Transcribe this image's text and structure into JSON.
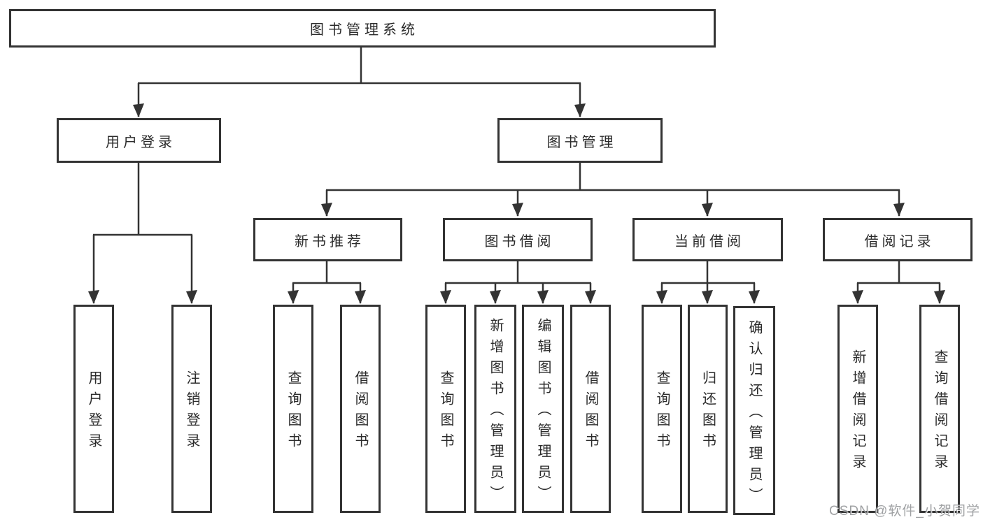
{
  "nodes": {
    "root": "图书管理系统",
    "level2": {
      "user_login": "用户登录",
      "book_management": "图书管理"
    },
    "level3": {
      "new_books": "新书推荐",
      "book_borrowing": "图书借阅",
      "current_borrowing": "当前借阅",
      "borrowing_records": "借阅记录"
    },
    "leaves": {
      "user_login": "用户登录",
      "logout": "注销登录",
      "nb_query_books": "查询图书",
      "nb_borrow_books": "借阅图书",
      "bb_query_books": "查询图书",
      "bb_add_books_admin": "新增图书（管理员）",
      "bb_edit_books_admin": "编辑图书（管理员）",
      "bb_borrow_books": "借阅图书",
      "cb_query_books": "查询图书",
      "cb_return_books": "归还图书",
      "cb_confirm_return_admin": "确认归还（管理员）",
      "br_add_record": "新增借阅记录",
      "br_query_record": "查询借阅记录"
    }
  },
  "colors": {
    "line": "#333333",
    "box_border": "#333333",
    "text": "#2b2b2b",
    "watermark": "#8f9194",
    "background": "#ffffff"
  },
  "watermark": "CSDN @软件_小贺同学"
}
